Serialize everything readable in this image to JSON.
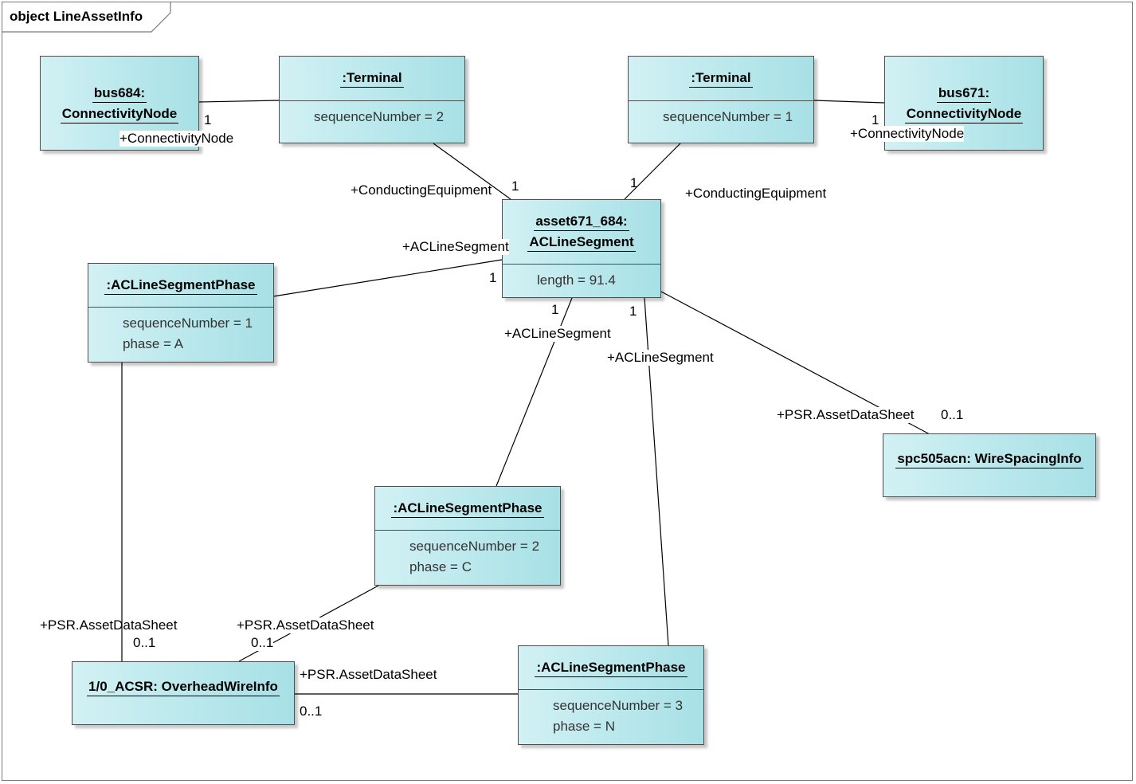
{
  "diagram": {
    "title": "object LineAssetInfo"
  },
  "objects": {
    "bus684": {
      "line1": "bus684:",
      "line2": "ConnectivityNode"
    },
    "terminal2": {
      "name": ":Terminal",
      "attrs": [
        "sequenceNumber = 2"
      ]
    },
    "terminal1": {
      "name": ":Terminal",
      "attrs": [
        "sequenceNumber = 1"
      ]
    },
    "bus671": {
      "line1": "bus671:",
      "line2": "ConnectivityNode"
    },
    "segment": {
      "line1": "asset671_684:",
      "line2": "ACLineSegment",
      "attrs": [
        "length = 91.4"
      ]
    },
    "phaseA": {
      "name": ":ACLineSegmentPhase",
      "attrs": [
        "sequenceNumber = 1",
        "phase = A"
      ]
    },
    "phaseC": {
      "name": ":ACLineSegmentPhase",
      "attrs": [
        "sequenceNumber = 2",
        "phase = C"
      ]
    },
    "phaseN": {
      "name": ":ACLineSegmentPhase",
      "attrs": [
        "sequenceNumber = 3",
        "phase = N"
      ]
    },
    "wireSpacing": {
      "name": "spc505acn: WireSpacingInfo"
    },
    "overheadWire": {
      "name": "1/0_ACSR: OverheadWireInfo"
    }
  },
  "labels": {
    "bus684_mult": "1",
    "bus684_role": "+ConnectivityNode",
    "bus671_mult": "1",
    "bus671_role": "+ConnectivityNode",
    "t2_ce_role": "+ConductingEquipment",
    "t2_ce_mult": "1",
    "t1_ce_mult": "1",
    "t1_ce_role": "+ConductingEquipment",
    "phA_seg_role": "+ACLineSegment",
    "phA_seg_mult": "1",
    "phC_seg_mult": "1",
    "phC_seg_role": "+ACLineSegment",
    "phN_seg_mult": "1",
    "phN_seg_role": "+ACLineSegment",
    "ws_role": "+PSR.AssetDataSheet",
    "ws_mult": "0..1",
    "phA_ds_role": "+PSR.AssetDataSheet",
    "phA_ds_mult": "0..1",
    "phC_ds_role": "+PSR.AssetDataSheet",
    "phC_ds_mult": "0..1",
    "phN_ds_role": "+PSR.AssetDataSheet",
    "phN_ds_mult": "0..1"
  }
}
